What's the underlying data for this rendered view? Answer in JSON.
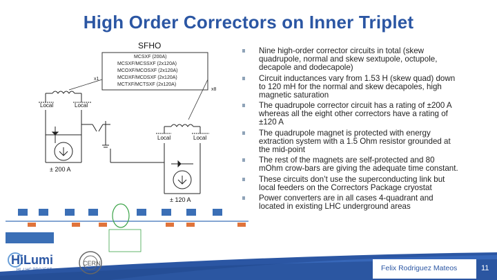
{
  "slide": {
    "title": "High Order Correctors on Inner Triplet",
    "bullets": [
      "Nine high-order corrector circuits in total (skew quadrupole, normal and skew sextupole, octupole, decapole and dodecapole)",
      "Circuit inductances vary from 1.53 H (skew quad) down to 120 mH for the normal and skew decapoles, high magnetic saturation",
      "The quadrupole corrector circuit has a rating of ±200 A whereas all the eight other correctors have a rating of ±120 A",
      "The quadrupole magnet is protected with energy extraction system with a 1.5 Ohm resistor grounded at the mid-point",
      "The rest of the magnets are self-protected and 80 mOhm crow-bars are giving the adequate time constant.",
      "These circuits don’t use the superconducting link but local feeders on the Correctors Package cryostat",
      "Power converters are in all cases 4-quadrant and located in existing LHC underground areas"
    ],
    "author": "Felix Rodriguez Mateos",
    "page_number": "11"
  },
  "diagram": {
    "box_title": "SFHO",
    "box_lines": [
      "MCSXF (200A)",
      "MCSXF/MCSSXF (2x120A)",
      "MCOXF/MCOSXF (2x120A)",
      "MCDXF/MCDSXF (2x120A)",
      "MCTXF/MCTSXF (2x120A)"
    ],
    "left_multiplier": "x1",
    "right_multiplier": "x8",
    "local_left_1": "Local",
    "local_right_1": "Local",
    "local_left_2": "Local",
    "local_right_2": "Local",
    "rating_1": "± 200 A",
    "rating_2": "± 120 A"
  },
  "logos": {
    "hilumi_main": "HiLumi",
    "hilumi_sub": "HL-LHC PROJECT",
    "cern": "CERN"
  },
  "colors": {
    "title": "#2b56a3",
    "footer_band": "#2b56a3",
    "bullet_marker": "#8fa3b8"
  }
}
